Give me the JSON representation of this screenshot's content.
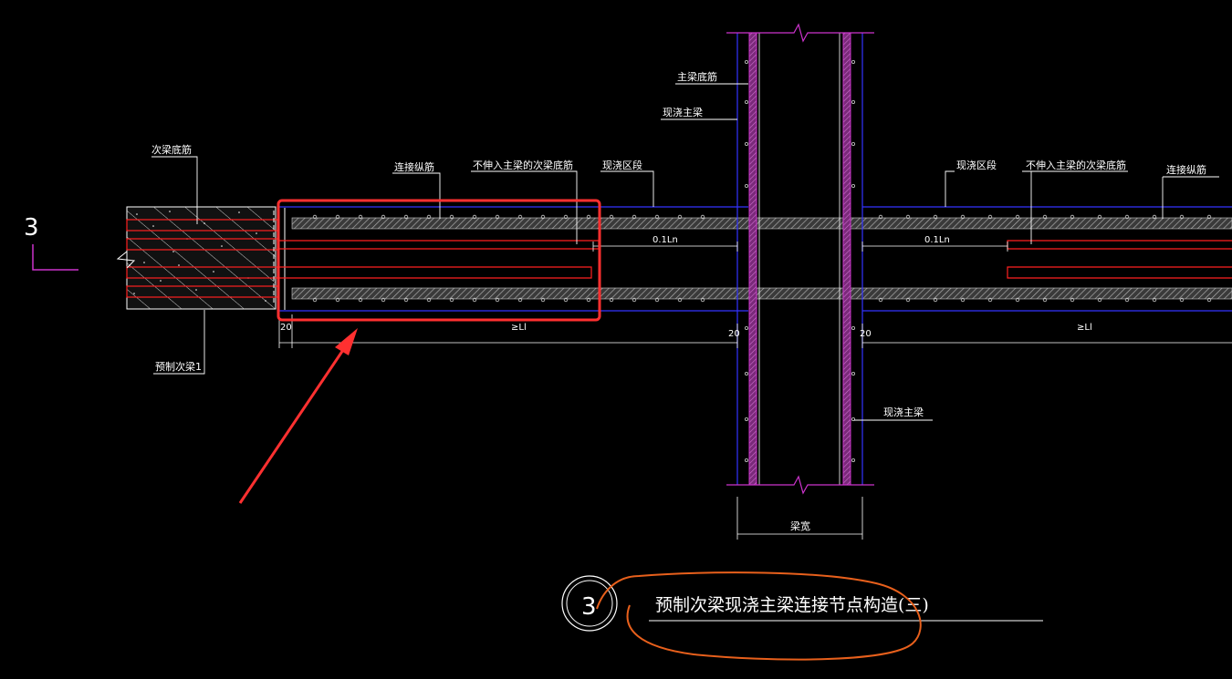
{
  "labels": {
    "secondary_bottom_bar": "次梁底筋",
    "connecting_bar_left": "连接纵筋",
    "non_anchored_bar_left": "不伸入主梁的次梁底筋",
    "cast_in_place_zone_left": "现浇区段",
    "main_beam_bottom_bar": "主梁底筋",
    "cast_in_place_main_beam_top": "现浇主梁",
    "cast_in_place_zone_right": "现浇区段",
    "non_anchored_bar_right": "不伸入主梁的次梁底筋",
    "connecting_bar_right": "连接纵筋",
    "precast_secondary_beam": "预制次梁1",
    "cast_in_place_main_beam_side": "现浇主梁",
    "beam_width": "梁宽"
  },
  "dimensions": {
    "left_span": "0.1Ln",
    "right_span": "0.1Ln",
    "gap_left": "20",
    "gap_mid": "20",
    "gap_right": "20",
    "lap_left": "≥Ll",
    "lap_right": "≥Ll"
  },
  "section_marker": "3",
  "detail": {
    "number": "3",
    "title": "预制次梁现浇主梁连接节点构造(三)"
  },
  "colors": {
    "background": "#000000",
    "line_white": "#ffffff",
    "beam_outline": "#3333ff",
    "rebar_red": "#ff2020",
    "main_beam_magenta": "#cc33cc",
    "highlight_box": "#ff3030",
    "ellipse_orange": "#e8601c"
  }
}
